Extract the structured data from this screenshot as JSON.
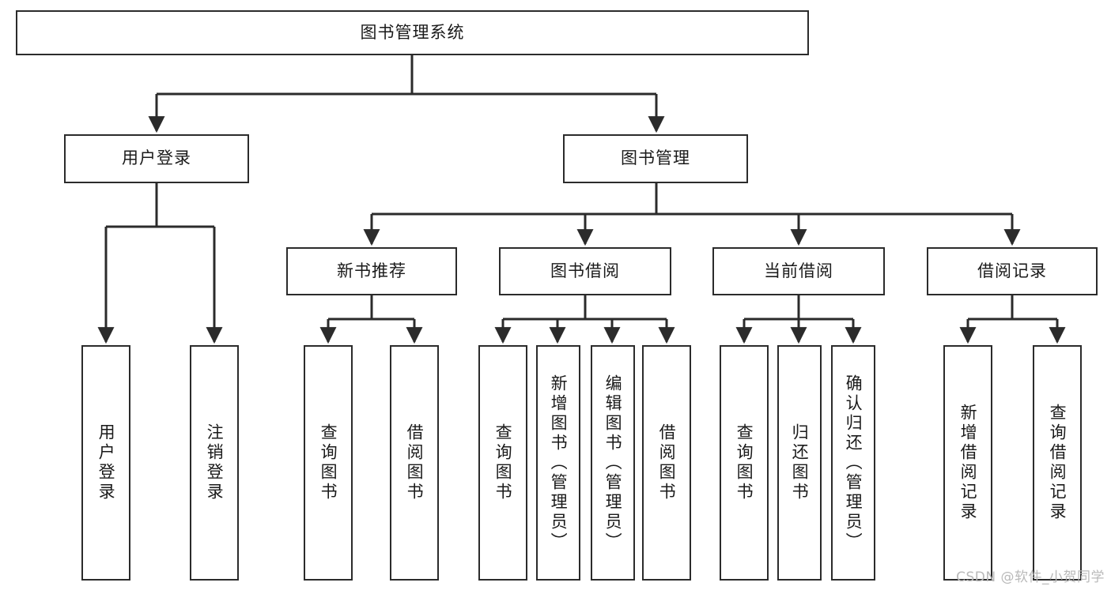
{
  "diagram": {
    "title": "图书管理系统",
    "type": "tree-hierarchy-diagram",
    "watermark": "CSDN @软件_小贺同学",
    "colors": {
      "box_border": "#2b2b2b",
      "box_fill": "#ffffff",
      "edge": "#2b2b2b",
      "text": "#1a1a1a",
      "watermark": "#b9b9b9",
      "background": "#ffffff"
    },
    "root": {
      "label": "图书管理系统"
    },
    "level2": [
      {
        "label": "用户登录"
      },
      {
        "label": "图书管理"
      }
    ],
    "level3": [
      {
        "label": "新书推荐"
      },
      {
        "label": "图书借阅"
      },
      {
        "label": "当前借阅"
      },
      {
        "label": "借阅记录"
      }
    ],
    "leaves": {
      "user_login": [
        {
          "label": "用户登录"
        },
        {
          "label": "注销登录"
        }
      ],
      "new_book_recommend": [
        {
          "label": "查询图书"
        },
        {
          "label": "借阅图书"
        }
      ],
      "book_borrow": [
        {
          "label": "查询图书"
        },
        {
          "label": "新增图书（管理员）"
        },
        {
          "label": "编辑图书（管理员）"
        },
        {
          "label": "借阅图书"
        }
      ],
      "current_borrow": [
        {
          "label": "查询图书"
        },
        {
          "label": "归还图书"
        },
        {
          "label": "确认归还（管理员）"
        }
      ],
      "borrow_record": [
        {
          "label": "新增借阅记录"
        },
        {
          "label": "查询借阅记录"
        }
      ]
    }
  }
}
